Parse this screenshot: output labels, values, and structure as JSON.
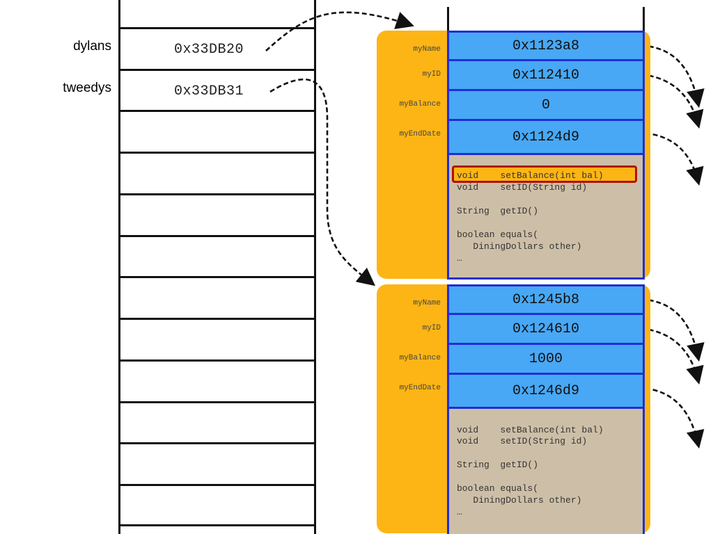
{
  "stack": {
    "variables": [
      {
        "name": "dylans",
        "value": "0x33DB20"
      },
      {
        "name": "tweedys",
        "value": "0x33DB31"
      }
    ]
  },
  "objects": [
    {
      "fields": [
        {
          "label": "myName",
          "value": "0x1123a8"
        },
        {
          "label": "myID",
          "value": "0x112410"
        },
        {
          "label": "myBalance",
          "value": "0"
        },
        {
          "label": "myEndDate",
          "value": "0x1124d9"
        }
      ],
      "methods": {
        "line1": "void    setBalance(int bal)",
        "line2": "void    setID(String id)",
        "line3": "String  getID()",
        "line4": "boolean equals(",
        "line5": "   DiningDollars other)",
        "line6": "…"
      },
      "highlighted_method": "setBalance"
    },
    {
      "fields": [
        {
          "label": "myName",
          "value": "0x1245b8"
        },
        {
          "label": "myID",
          "value": "0x124610"
        },
        {
          "label": "myBalance",
          "value": "1000"
        },
        {
          "label": "myEndDate",
          "value": "0x1246d9"
        }
      ],
      "methods": {
        "line1": "void    setBalance(int bal)",
        "line2": "void    setID(String id)",
        "line3": "String  getID()",
        "line4": "boolean equals(",
        "line5": "   DiningDollars other)",
        "line6": "…"
      }
    }
  ],
  "colors": {
    "object_orange": "#fdb515",
    "field_blue": "#48a8f5",
    "border_blue": "#1f2fd6",
    "method_bg": "#cdbfa7",
    "highlight_red": "#b01010"
  }
}
